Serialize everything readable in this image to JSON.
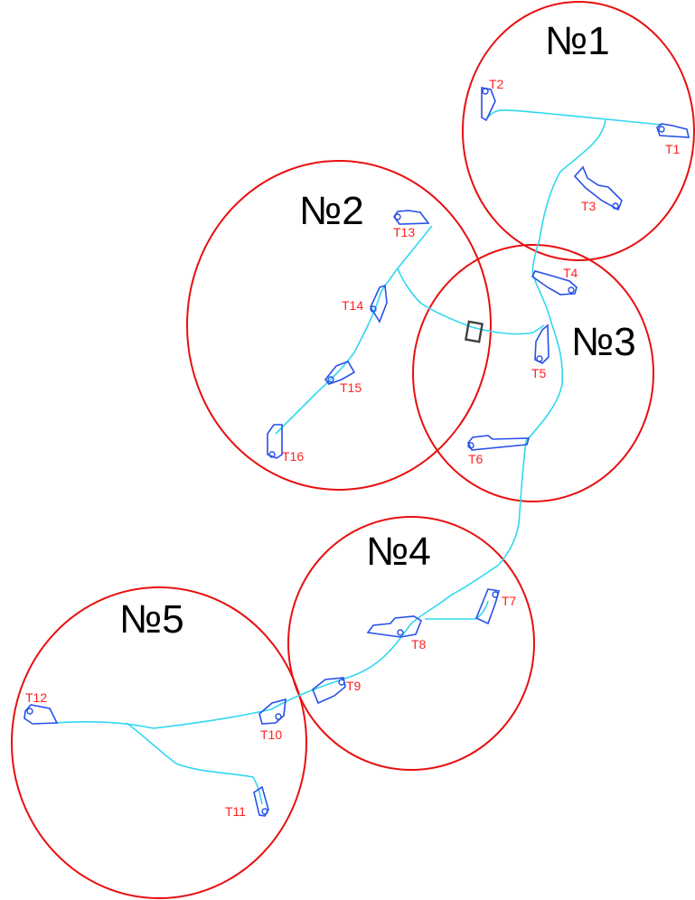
{
  "colors": {
    "zone": "#e81010",
    "cable": "#30d8f0",
    "pole": "#2850e8",
    "pole_label": "#ff2020",
    "substation": "#404040"
  },
  "zones": [
    {
      "id": "z1",
      "label": "№1"
    },
    {
      "id": "z2",
      "label": "№2"
    },
    {
      "id": "z3",
      "label": "№3"
    },
    {
      "id": "z4",
      "label": "№4"
    },
    {
      "id": "z5",
      "label": "№5"
    }
  ],
  "poles": [
    {
      "id": "t1",
      "label": "T1"
    },
    {
      "id": "t2",
      "label": "T2"
    },
    {
      "id": "t3",
      "label": "T3"
    },
    {
      "id": "t4",
      "label": "T4"
    },
    {
      "id": "t5",
      "label": "T5"
    },
    {
      "id": "t6",
      "label": "T6"
    },
    {
      "id": "t7",
      "label": "T7"
    },
    {
      "id": "t8",
      "label": "T8"
    },
    {
      "id": "t9",
      "label": "T9"
    },
    {
      "id": "t10",
      "label": "T10"
    },
    {
      "id": "t11",
      "label": "T11"
    },
    {
      "id": "t12",
      "label": "T12"
    },
    {
      "id": "t13",
      "label": "T13"
    },
    {
      "id": "t14",
      "label": "T14"
    },
    {
      "id": "t15",
      "label": "T15"
    },
    {
      "id": "t16",
      "label": "T16"
    }
  ]
}
